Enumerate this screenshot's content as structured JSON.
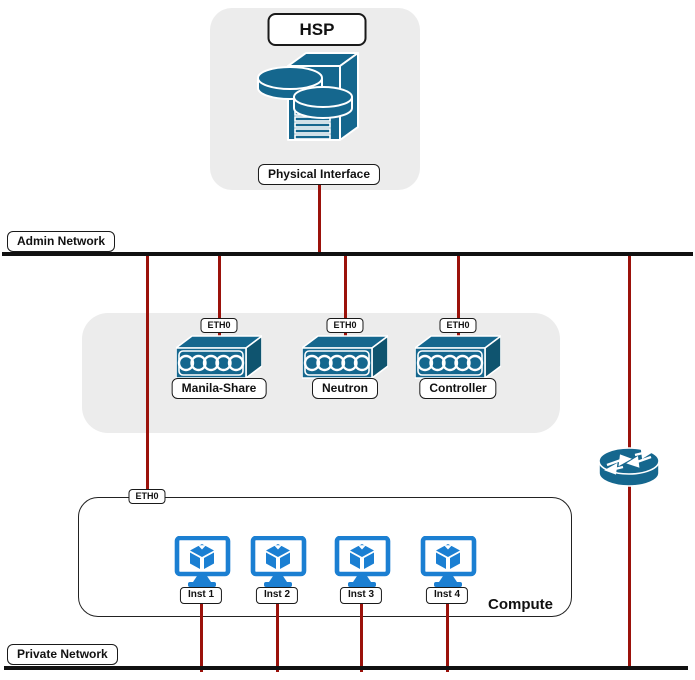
{
  "hsp": {
    "title": "HSP",
    "interface_label": "Physical Interface"
  },
  "networks": {
    "admin": {
      "label": "Admin Network"
    },
    "private": {
      "label": "Private Network"
    }
  },
  "services": [
    {
      "eth": "ETH0",
      "name": "Manila-Share"
    },
    {
      "eth": "ETH0",
      "name": "Neutron"
    },
    {
      "eth": "ETH0",
      "name": "Controller"
    }
  ],
  "compute": {
    "eth": "ETH0",
    "label": "Compute",
    "instances": [
      {
        "label": "Inst 1"
      },
      {
        "label": "Inst 2"
      },
      {
        "label": "Inst 3"
      },
      {
        "label": "Inst 4"
      }
    ]
  },
  "icons": {
    "hsp": "server-storage-icon",
    "service": "switch-icon",
    "router": "router-icon",
    "instance": "vm-instance-icon"
  },
  "colors": {
    "node_teal": "#15678e",
    "node_teal_dark": "#0f546f",
    "instance_blue": "#1b7fd2",
    "connector_red": "#9b120b",
    "network_line_black": "#111111",
    "panel_gray": "#ececec"
  }
}
